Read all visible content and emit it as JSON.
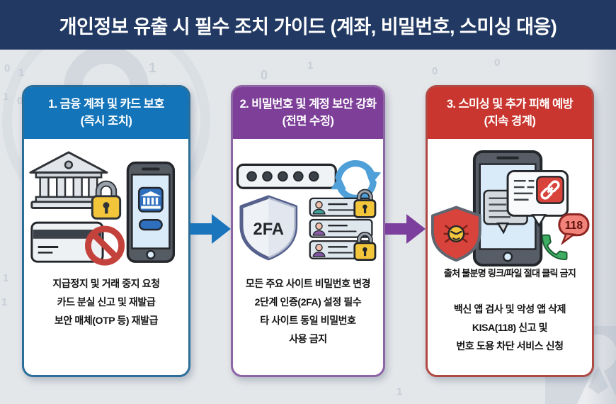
{
  "banner": {
    "title": "개인정보 유출 시 필수 조치 가이드 (계좌, 비밀번호, 스미싱 대응)"
  },
  "cards": [
    {
      "header_line1": "1. 금융 계좌 및 카드 보호",
      "header_line2": "(즉시 조치)",
      "icons": [
        "bank-icon",
        "padlock-icon",
        "mobile-banking-phone-icon",
        "credit-card-icon",
        "blocked-sign-icon"
      ],
      "lines": [
        "지급정지 및 거래 중지 요청",
        "카드 분실 신고 및 재발급",
        "보안 매체(OTP 등) 재발급"
      ]
    },
    {
      "header_line1": "2. 비밀번호 및 계정 보안 강화",
      "header_line2": "(전면 수정)",
      "icons": [
        "password-field-icon",
        "refresh-icon",
        "2fa-shield-icon",
        "account-list-icon",
        "padlock-icon"
      ],
      "shield_label": "2FA",
      "lines": [
        "모든 주요 사이트 비밀번호 변경",
        "2단계 인증(2FA) 설정 필수",
        "타 사이트 동일 비밀번호",
        "사용 금지"
      ]
    },
    {
      "header_line1": "3. 스미싱 및 추가 피해 예방",
      "header_line2": "(지속 경계)",
      "icons": [
        "smishing-phone-icon",
        "message-bubble-icon",
        "link-icon",
        "malware-shield-icon",
        "phone-call-icon",
        "118-bubble-icon"
      ],
      "call_bubble_label": "118",
      "lines": [
        "출처 불분명 링크/파일 절대 클릭 금지",
        "",
        "백신 앱 검사 및 악성 앱 삭제",
        "KISA(118) 신고 및",
        "번호 도용 차단 서비스 신청"
      ]
    }
  ],
  "colors": {
    "banner-bg": "#223a63",
    "page-bg": "#e4e7ea",
    "card1-accent": "#1374b9",
    "card1-border": "#2b6e9a",
    "card2-accent": "#7d3f98",
    "card2-border": "#8f64a4",
    "card3-accent": "#c9362f",
    "card3-border": "#b04a44",
    "arrow1": "#1b75bc",
    "arrow2": "#7d3f9d"
  },
  "watermark": {
    "digits": [
      "0",
      "1",
      "1",
      "0",
      "1",
      "0",
      "0",
      "1",
      "1",
      "0",
      "1",
      "0",
      "0",
      "1"
    ]
  }
}
